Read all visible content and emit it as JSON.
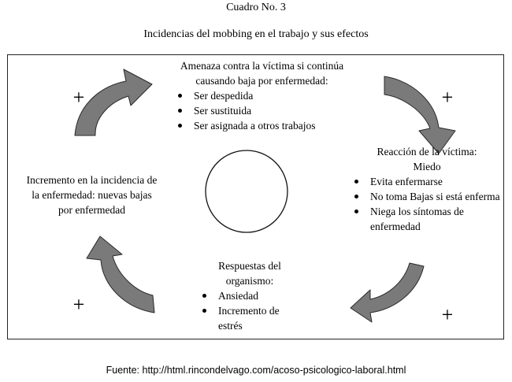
{
  "header": {
    "label": "Cuadro No.  3",
    "title": "Incidencias del mobbing en el trabajo y sus efectos"
  },
  "nodes": {
    "top": {
      "title_line1": "Amenaza contra la víctima si continúa",
      "title_line2": "causando baja por enfermedad:",
      "items": [
        "Ser despedida",
        "Ser sustituida",
        "Ser asignada a otros trabajos"
      ]
    },
    "right": {
      "title_line1": "Reacción de la víctima:",
      "title_line2": "Miedo",
      "items": [
        "Evita enfermarse",
        "No toma Bajas si está enferma",
        "Niega los síntomas de enfermedad"
      ]
    },
    "bottom": {
      "title_line1": "Respuestas del",
      "title_line2": "organismo:",
      "items": [
        "Ansiedad",
        "Incremento de estrés"
      ]
    },
    "left": {
      "text_line1": "Incremento en la incidencia de",
      "text_line2": "la enfermedad: nuevas bajas",
      "text_line3": "por enfermedad"
    }
  },
  "signs": {
    "plus": "+"
  },
  "colors": {
    "arrow_fill": "#7a7a7a",
    "arrow_stroke": "#2a2a2a"
  },
  "footer": {
    "source": "Fuente:  http://html.rincondelvago.com/acoso-psicologico-laboral.html"
  }
}
